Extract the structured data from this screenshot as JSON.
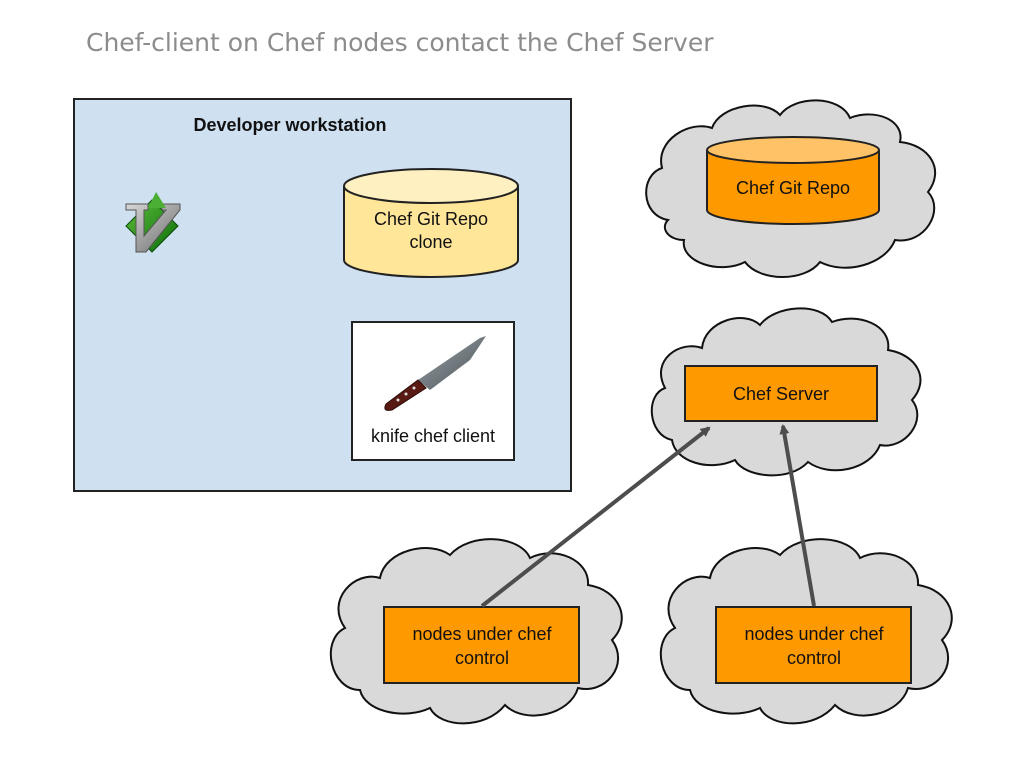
{
  "title": "Chef-client on Chef nodes contact the Chef Server",
  "workstation": {
    "label": "Developer workstation",
    "editor_icon": "vim-icon",
    "repo_clone": {
      "line1": "Chef Git Repo",
      "line2": "clone"
    },
    "knife": {
      "icon": "knife-icon",
      "label": "knife chef client"
    }
  },
  "cloud_repo": {
    "label": "Chef Git Repo"
  },
  "cloud_server": {
    "label": "Chef Server"
  },
  "nodes": [
    {
      "line1": "nodes under chef",
      "line2": "control"
    },
    {
      "line1": "nodes under chef",
      "line2": "control"
    }
  ],
  "colors": {
    "workstation_bg": "#cfe0f1",
    "repo_clone_fill": "#ffe699",
    "orange": "#ff9900",
    "orange_top": "#ffc266",
    "cloud_fill": "#d9d9d9",
    "arrow": "#4d4d4d",
    "title": "#8c8c8c"
  }
}
